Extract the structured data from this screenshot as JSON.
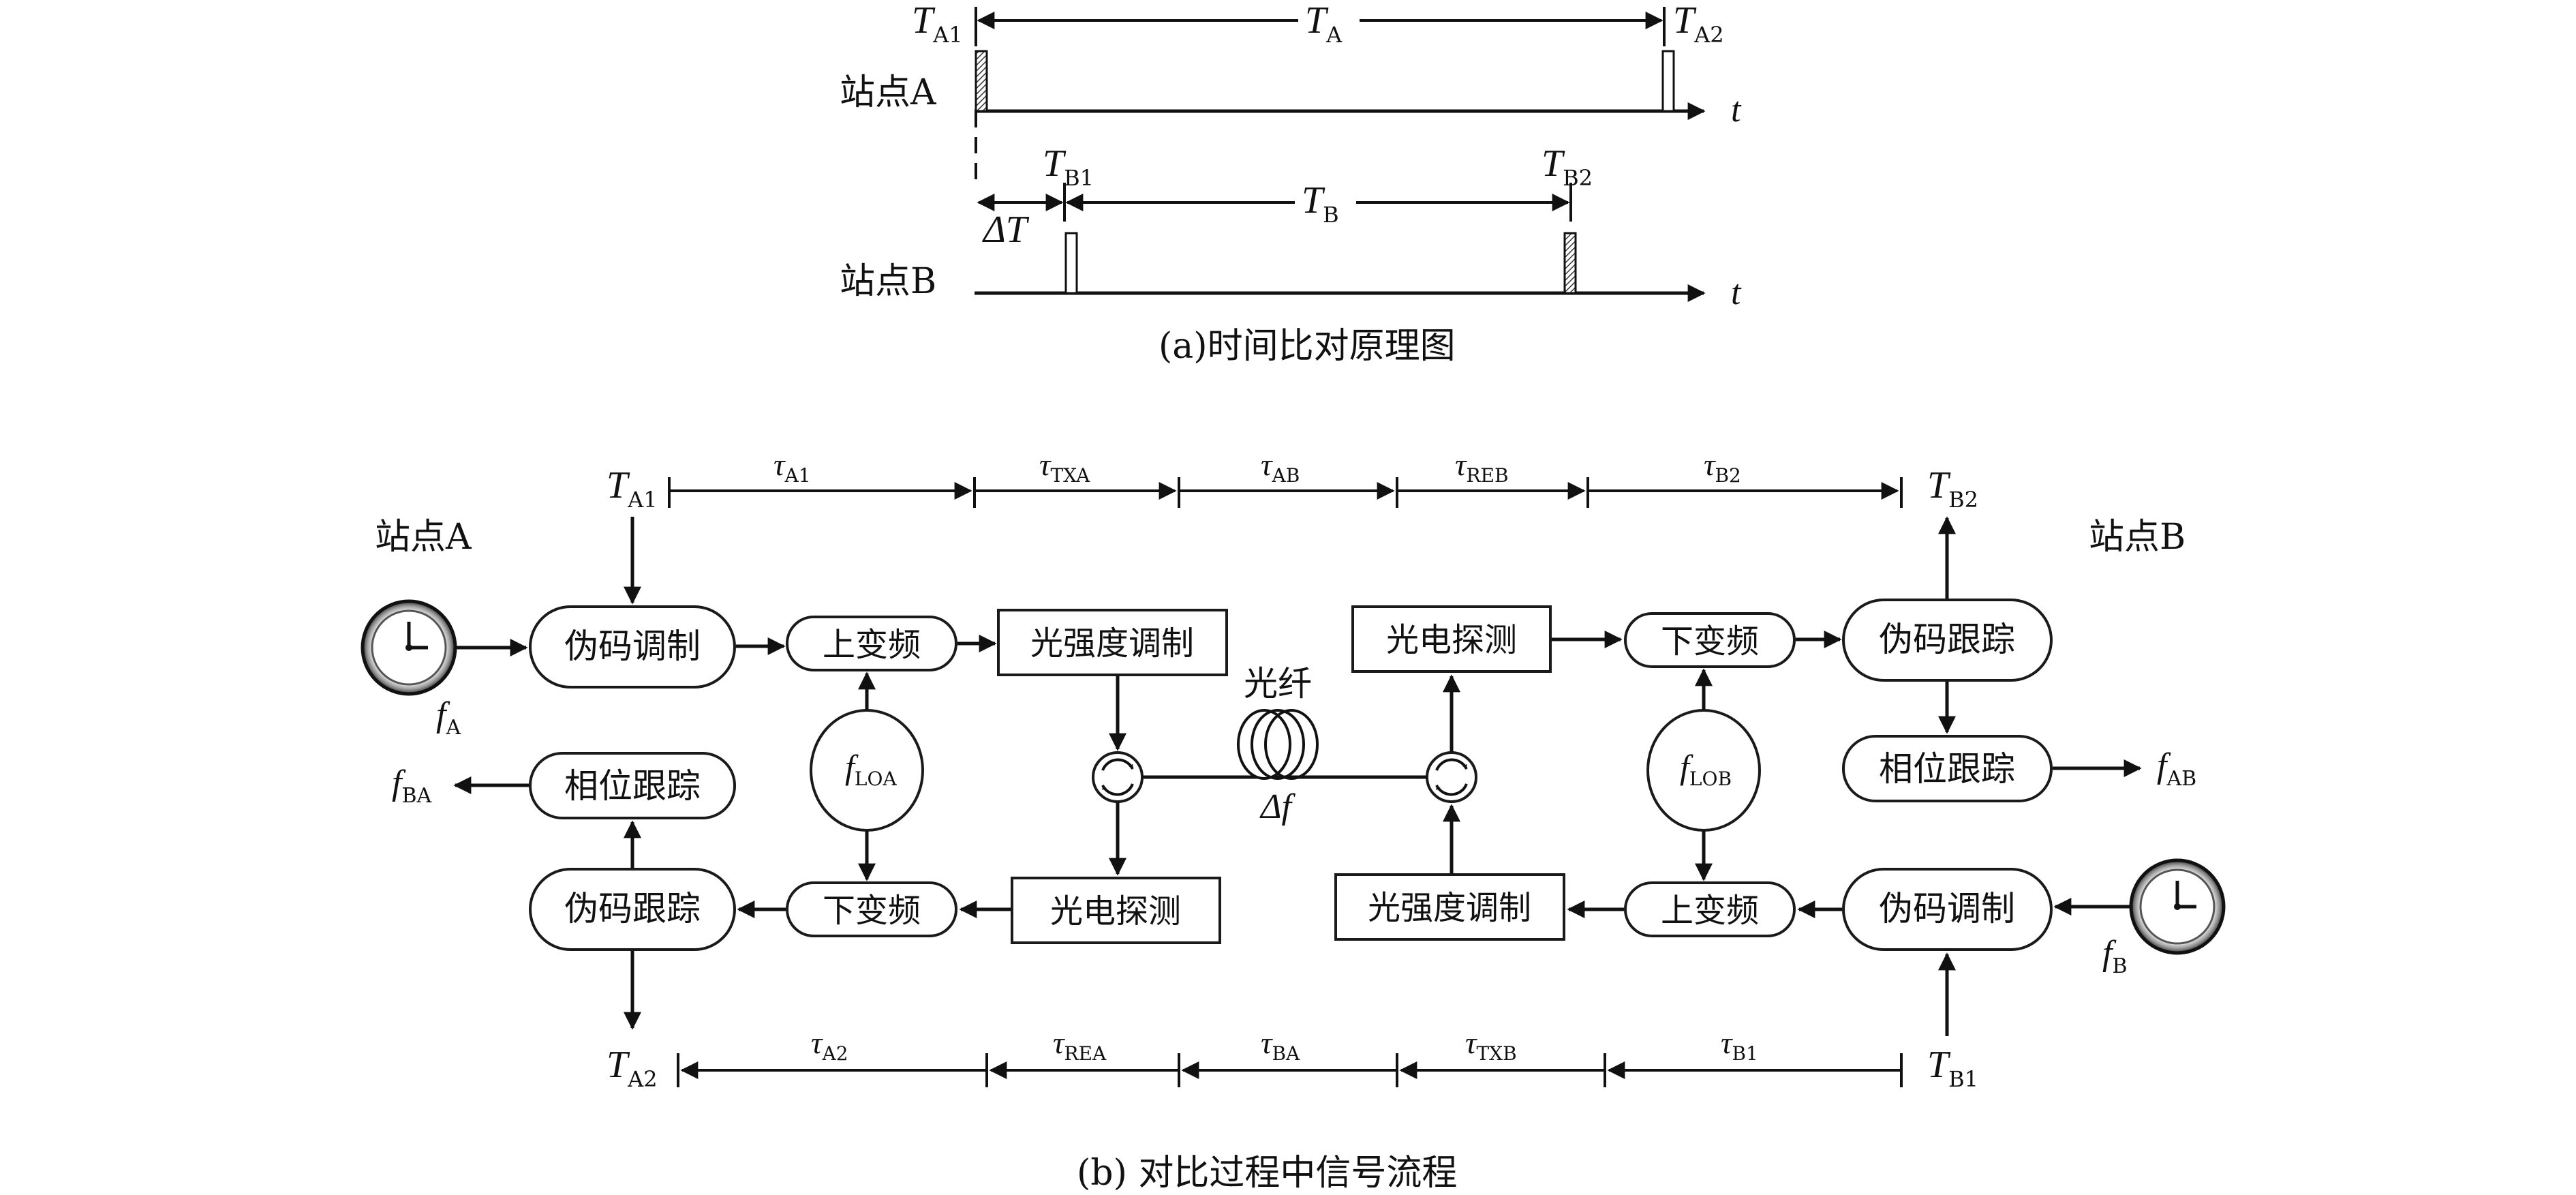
{
  "panel_a": {
    "caption": "(a)时间比对原理图",
    "station_a": "站点A",
    "station_b": "站点B",
    "time_axis": "t",
    "T_A1": {
      "main": "T",
      "sub": "A1"
    },
    "T_A2": {
      "main": "T",
      "sub": "A2"
    },
    "T_A": {
      "main": "T",
      "sub": "A"
    },
    "T_B1": {
      "main": "T",
      "sub": "B1"
    },
    "T_B2": {
      "main": "T",
      "sub": "B2"
    },
    "T_B": {
      "main": "T",
      "sub": "B"
    },
    "delta_T": "ΔT"
  },
  "panel_b": {
    "caption": "(b) 对比过程中信号流程",
    "station_a": "站点A",
    "station_b": "站点B",
    "blocks": {
      "a_pn_mod": "伪码调制",
      "a_upconv": "上变频",
      "a_opt_mod": "光强度调制",
      "a_phase_track": "相位跟踪",
      "a_pn_track": "伪码跟踪",
      "a_downconv": "下变频",
      "a_photodet": "光电探测",
      "b_photodet": "光电探测",
      "b_downconv": "下变频",
      "b_pn_track": "伪码跟踪",
      "b_phase_track": "相位跟踪",
      "b_opt_mod": "光强度调制",
      "b_upconv": "上变频",
      "b_pn_mod": "伪码调制"
    },
    "fiber_label": "光纤",
    "delta_f": "Δf",
    "f_A": {
      "main": "f",
      "sub": "A"
    },
    "f_B": {
      "main": "f",
      "sub": "B"
    },
    "f_BA": {
      "main": "f",
      "sub": "BA"
    },
    "f_AB": {
      "main": "f",
      "sub": "AB"
    },
    "f_LOA": {
      "main": "f",
      "sub": "LOA"
    },
    "f_LOB": {
      "main": "f",
      "sub": "LOB"
    },
    "T_A1": {
      "main": "T",
      "sub": "A1"
    },
    "T_A2": {
      "main": "T",
      "sub": "A2"
    },
    "T_B1": {
      "main": "T",
      "sub": "B1"
    },
    "T_B2": {
      "main": "T",
      "sub": "B2"
    },
    "tau_top": [
      {
        "main": "τ",
        "sub": "A1"
      },
      {
        "main": "τ",
        "sub": "TXA"
      },
      {
        "main": "τ",
        "sub": "AB"
      },
      {
        "main": "τ",
        "sub": "REB"
      },
      {
        "main": "τ",
        "sub": "B2"
      }
    ],
    "tau_bottom": [
      {
        "main": "τ",
        "sub": "A2"
      },
      {
        "main": "τ",
        "sub": "REA"
      },
      {
        "main": "τ",
        "sub": "BA"
      },
      {
        "main": "τ",
        "sub": "TXB"
      },
      {
        "main": "τ",
        "sub": "B1"
      }
    ]
  }
}
